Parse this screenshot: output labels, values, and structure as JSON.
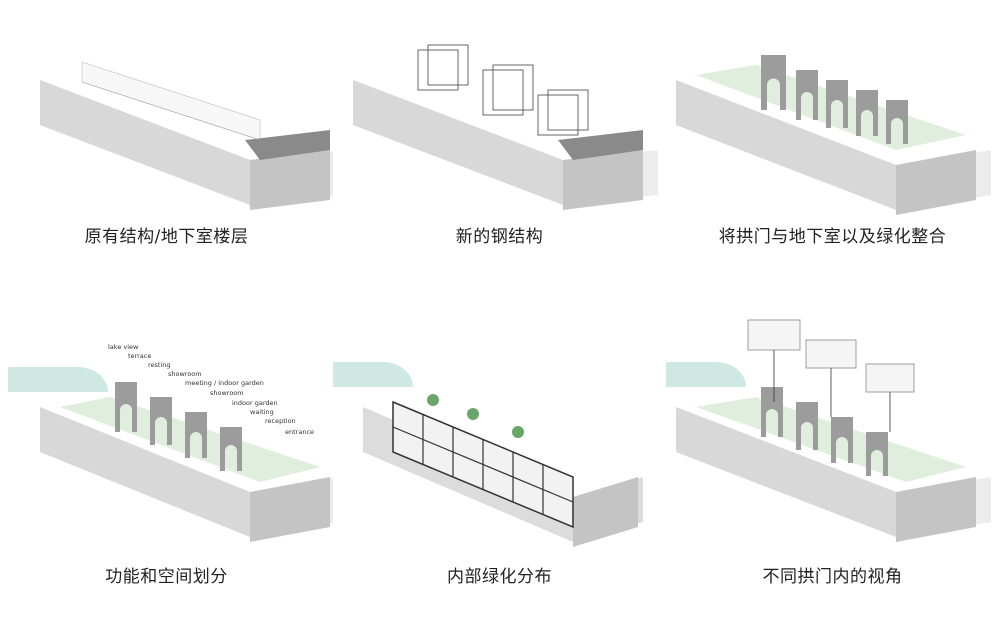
{
  "panels": [
    {
      "caption": "原有结构/地下室楼层"
    },
    {
      "caption": "新的钢结构"
    },
    {
      "caption": "将拱门与地下室以及绿化整合"
    },
    {
      "caption": "功能和空间划分"
    },
    {
      "caption": "内部绿化分布"
    },
    {
      "caption": "不同拱门内的视角"
    }
  ],
  "program_labels": [
    "lake view",
    "terrace",
    "resting",
    "showroom",
    "meeting / indoor garden",
    "showroom",
    "indoor garden",
    "waiting",
    "reception",
    "entrance"
  ],
  "colors": {
    "slab_side": "#cfcfcf",
    "slab_top": "#ececec",
    "dark": "#8a8a8a",
    "green": "#dfeedd",
    "water": "#cfe8e3",
    "arch": "#9c9c9c"
  }
}
